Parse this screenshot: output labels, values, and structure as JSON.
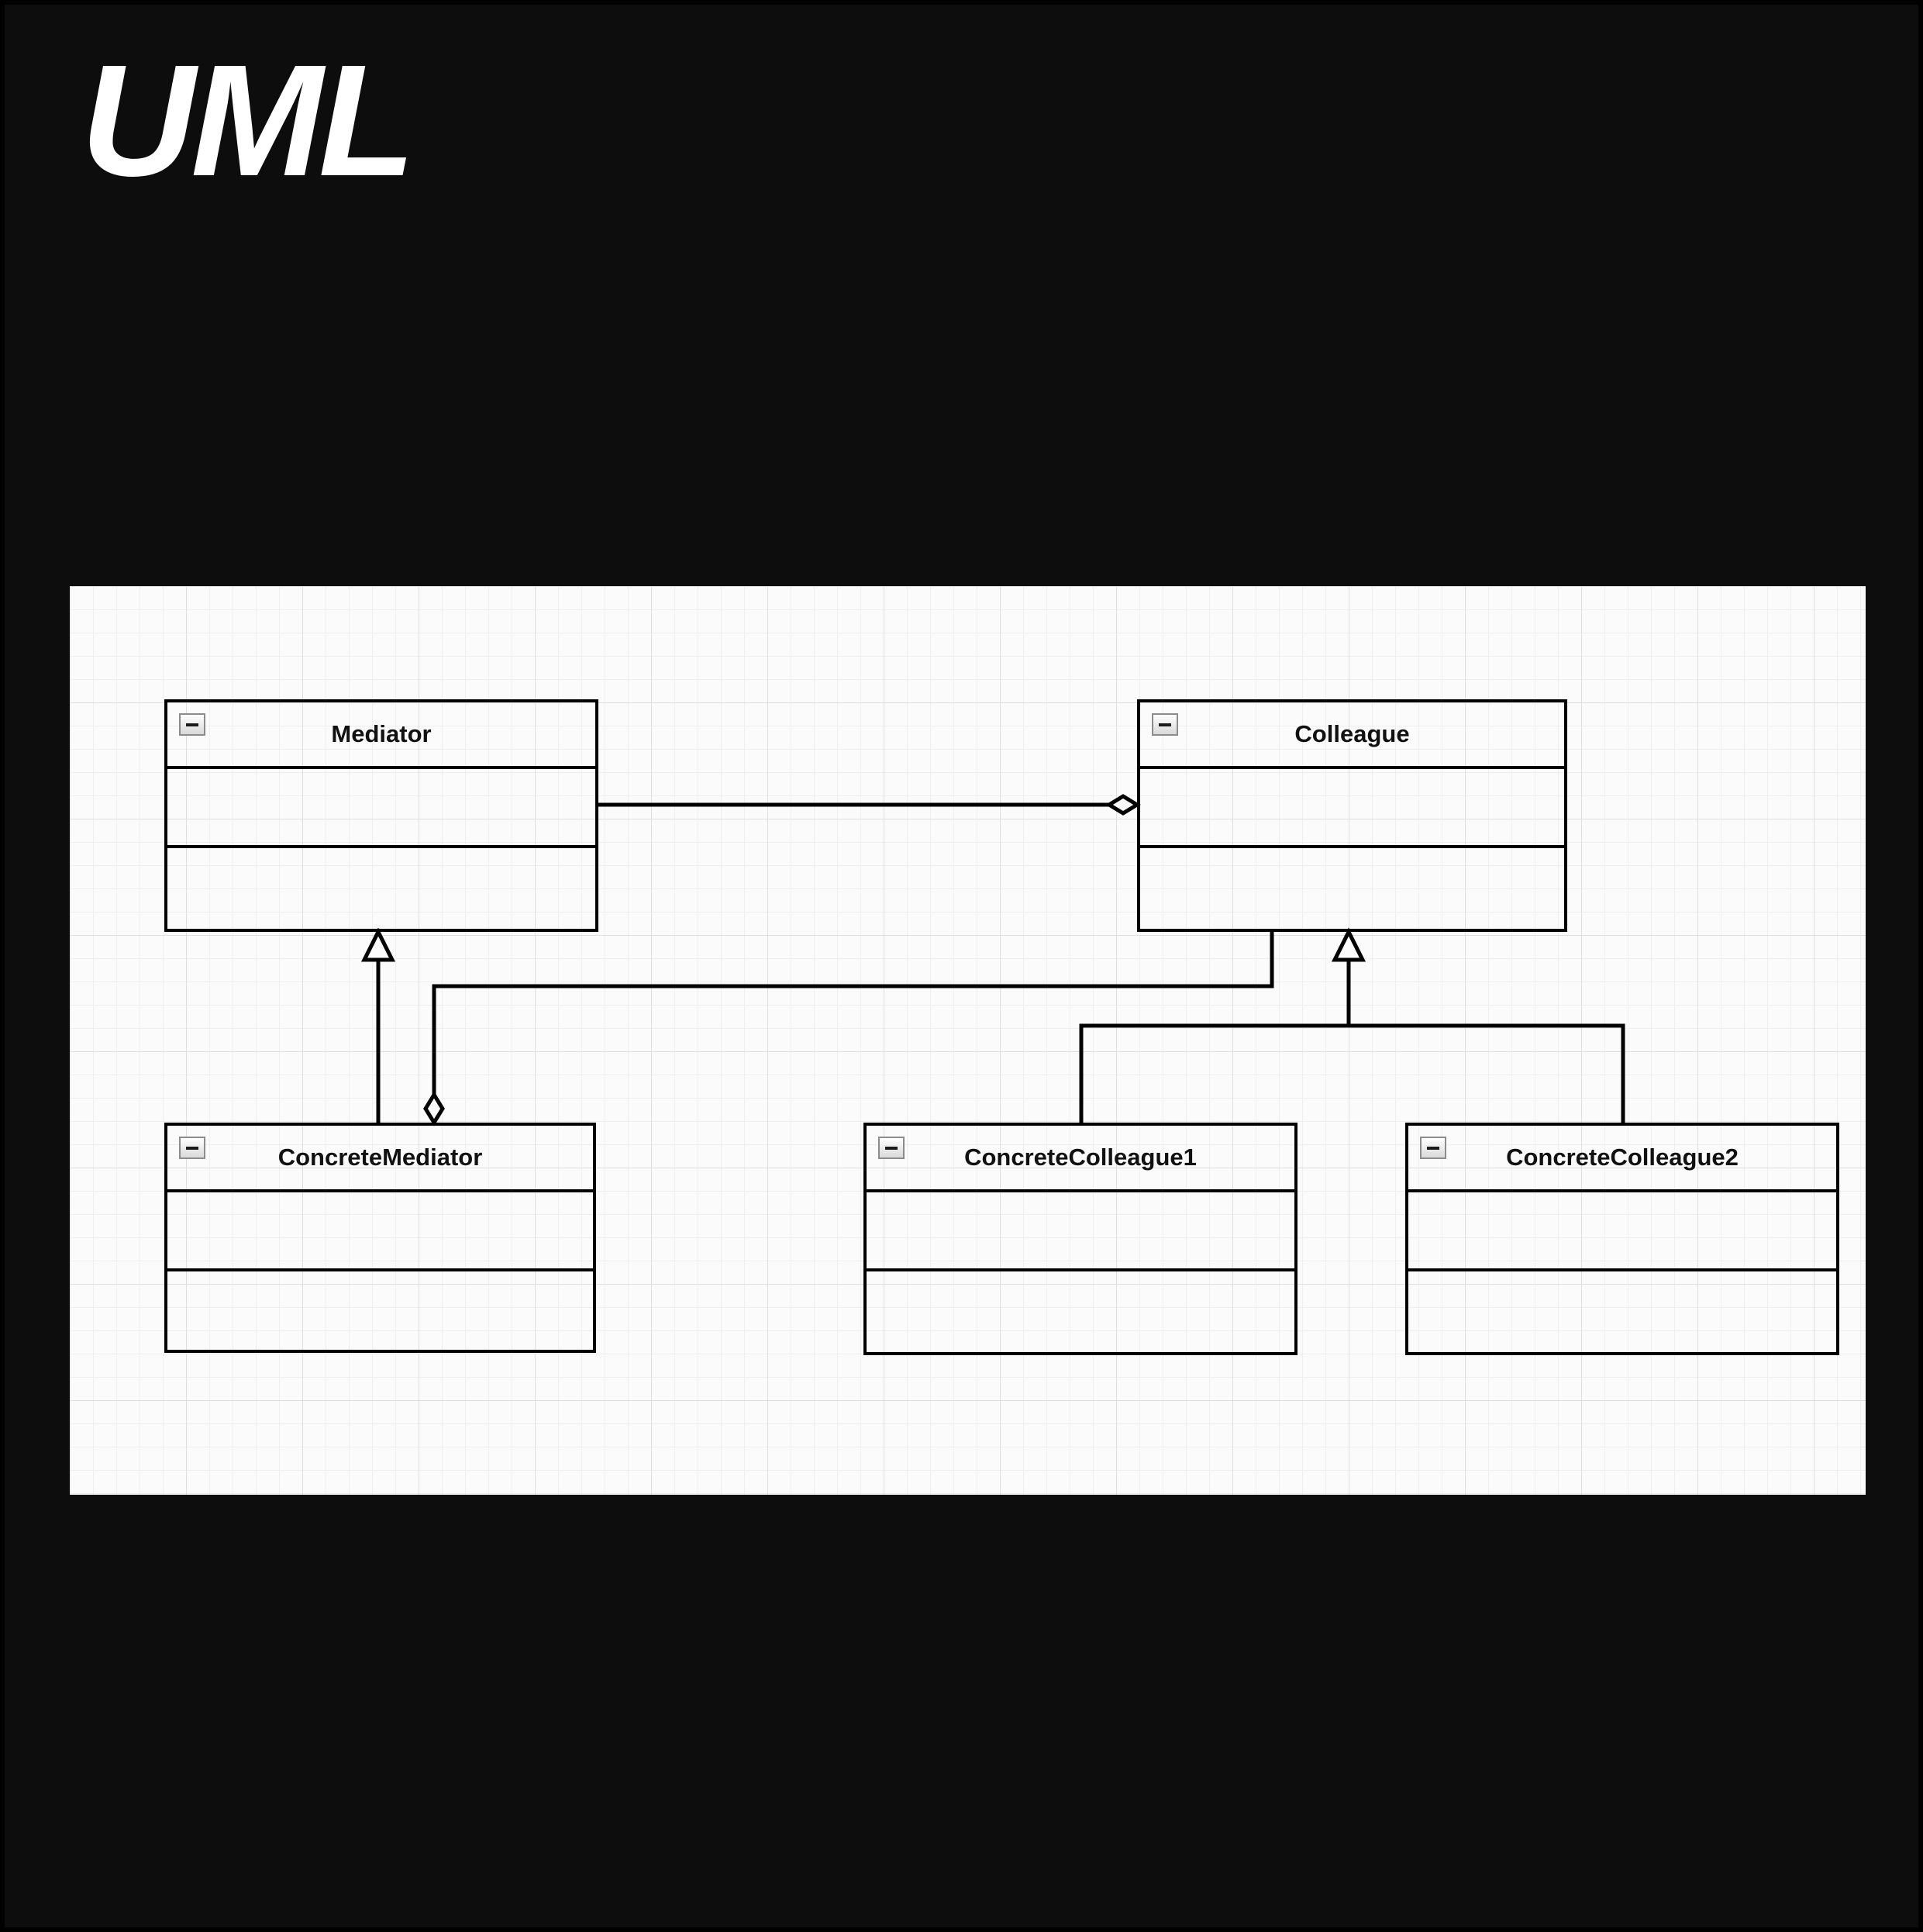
{
  "page": {
    "title": "UML"
  },
  "diagram": {
    "classes": [
      {
        "id": "mediator",
        "name": "Mediator",
        "attributes": [],
        "operations": []
      },
      {
        "id": "colleague",
        "name": "Colleague",
        "attributes": [],
        "operations": []
      },
      {
        "id": "concrete-mediator",
        "name": "ConcreteMediator",
        "attributes": [],
        "operations": []
      },
      {
        "id": "concrete-colleague-1",
        "name": "ConcreteColleague1",
        "attributes": [],
        "operations": []
      },
      {
        "id": "concrete-colleague-2",
        "name": "ConcreteColleague2",
        "attributes": [],
        "operations": []
      }
    ],
    "relationships": [
      {
        "from": "Mediator",
        "to": "Colleague",
        "type": "aggregation",
        "marker": "hollow-diamond at Colleague end"
      },
      {
        "from": "ConcreteMediator",
        "to": "Mediator",
        "type": "generalization",
        "marker": "hollow-triangle at Mediator end"
      },
      {
        "from": "ConcreteMediator",
        "to": "Colleague",
        "type": "aggregation",
        "marker": "hollow-diamond at ConcreteMediator end"
      },
      {
        "from": "ConcreteColleague1",
        "to": "Colleague",
        "type": "generalization",
        "marker": "hollow-triangle at Colleague end"
      },
      {
        "from": "ConcreteColleague2",
        "to": "Colleague",
        "type": "generalization",
        "marker": "hollow-triangle at Colleague end"
      }
    ],
    "icons": {
      "collapse": "minus-icon"
    },
    "colors": {
      "page_background": "#0d0d0d",
      "heading_text": "#ffffff",
      "canvas_background": "#fbfbfb",
      "grid_minor": "#efefef",
      "grid_major": "#dfdfdf",
      "shape_border": "#000000",
      "connector_line": "#000000",
      "title_text": "#111111"
    }
  }
}
